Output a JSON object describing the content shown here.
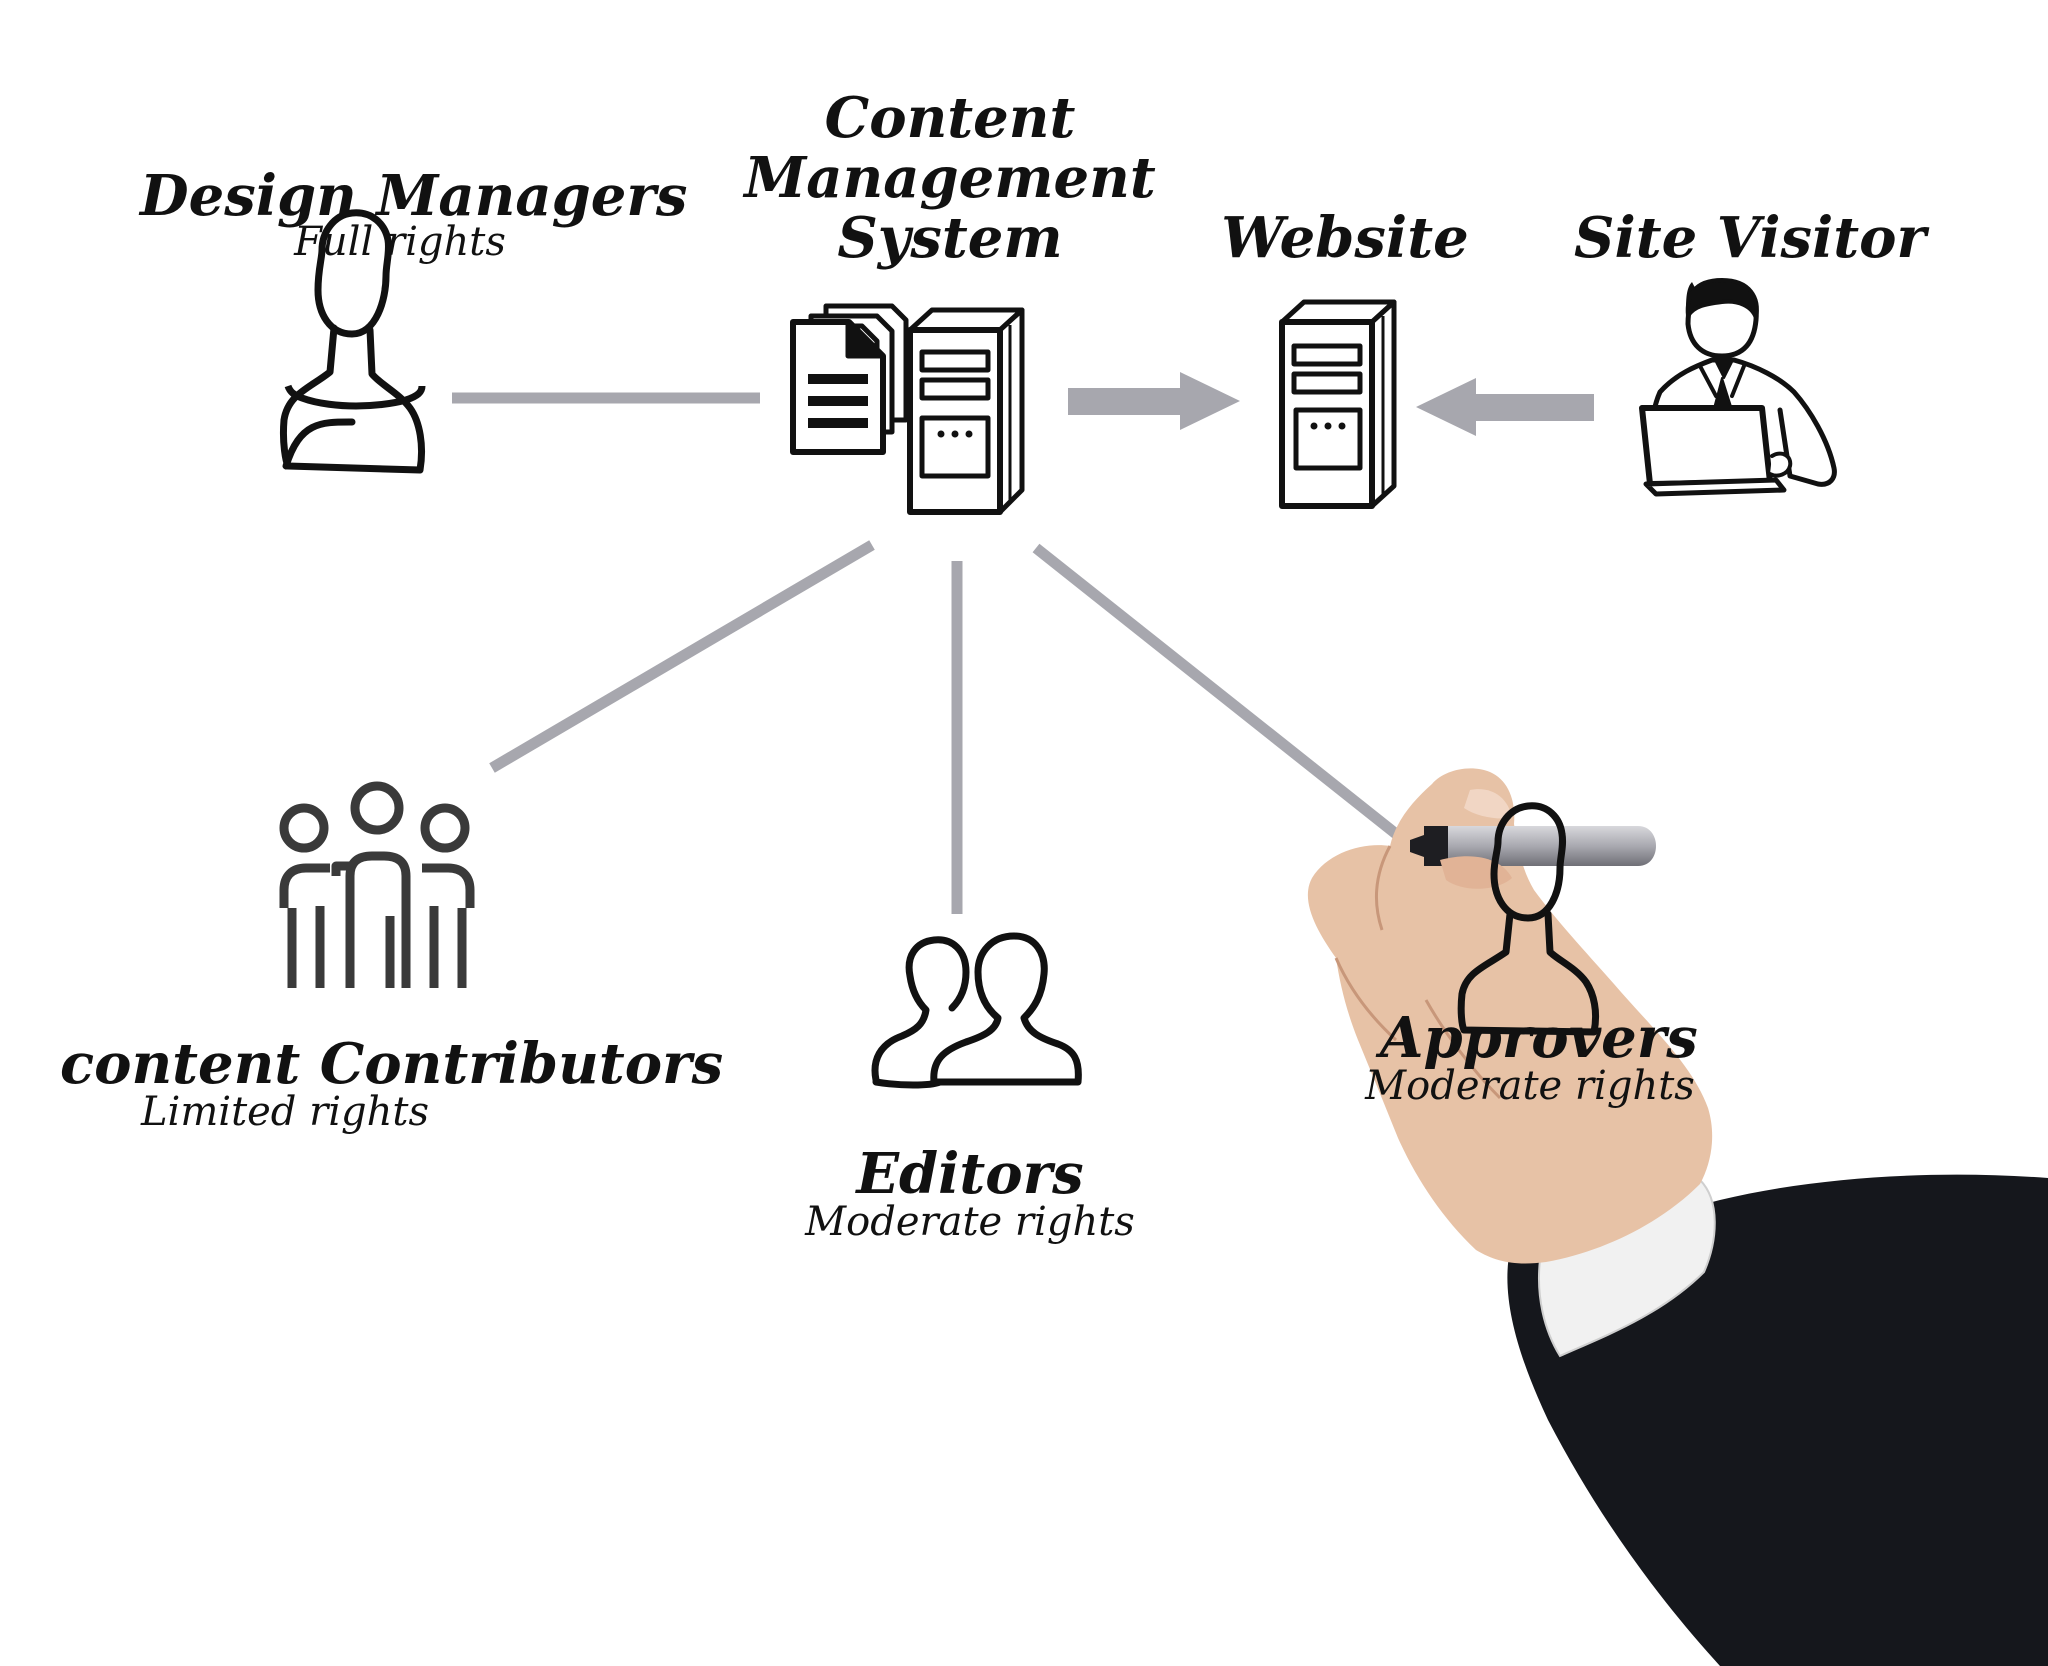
{
  "colors": {
    "ink": "#111111",
    "connector": "#a7a7ae",
    "suit": "#15171c",
    "skin": "#e7c2a6",
    "shirt": "#f1f1f1"
  },
  "nodes": {
    "design_managers": {
      "title": "Design Managers",
      "subtitle": "Full rights",
      "icon": "person-outline-icon"
    },
    "cms": {
      "title_lines": [
        "Content",
        "Management",
        "System"
      ],
      "icon": "documents-server-icon"
    },
    "website": {
      "title": "Website",
      "icon": "server-icon"
    },
    "site_visitor": {
      "title": "Site Visitor",
      "icon": "person-laptop-icon"
    },
    "content_contributors": {
      "title": "content Contributors",
      "subtitle": "Limited rights",
      "icon": "group-icon"
    },
    "editors": {
      "title": "Editors",
      "subtitle": "Moderate rights",
      "icon": "two-people-icon"
    },
    "approvers": {
      "title": "Approvers",
      "subtitle": "Moderate rights",
      "icon": "person-outline-icon"
    }
  },
  "edges": [
    {
      "from": "design_managers",
      "to": "cms",
      "style": "line"
    },
    {
      "from": "cms",
      "to": "website",
      "style": "arrow"
    },
    {
      "from": "site_visitor",
      "to": "website",
      "style": "arrow"
    },
    {
      "from": "cms",
      "to": "content_contributors",
      "style": "line"
    },
    {
      "from": "cms",
      "to": "editors",
      "style": "line"
    },
    {
      "from": "cms",
      "to": "approvers",
      "style": "line"
    }
  ]
}
